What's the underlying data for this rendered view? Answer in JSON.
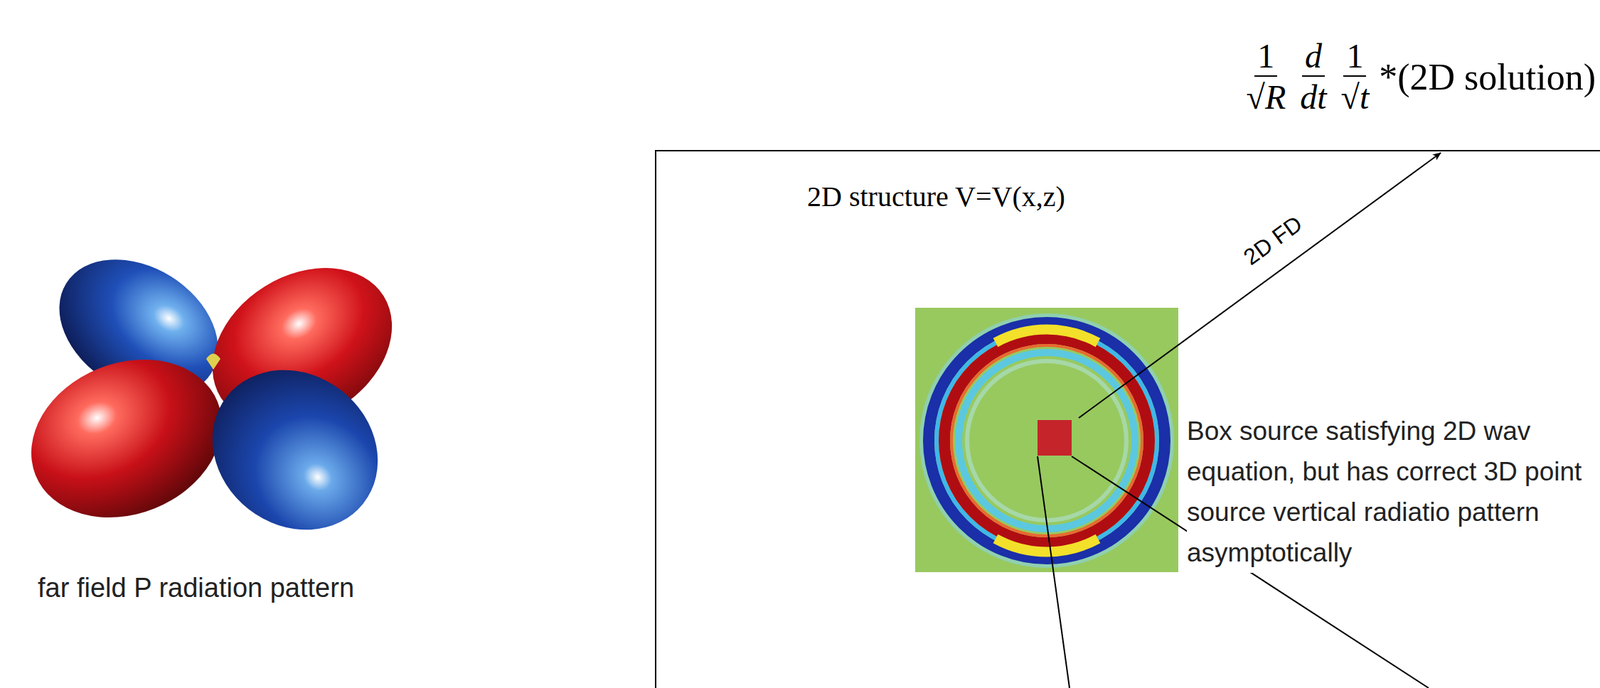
{
  "diagram": {
    "nodes": [
      {
        "text": [
          "2D structure V=V(x,z)"
        ]
      }
    ],
    "edges": [],
    "labels": [
      "1",
      "√R",
      "d",
      "dt",
      "1",
      "√t",
      "*(2D solution)",
      "2D FD",
      "Box source satisfying 2D wav equation, but has correct 3D point source vertical radiatio pattern asymptotically",
      "far field P radiation pattern"
    ]
  }
}
